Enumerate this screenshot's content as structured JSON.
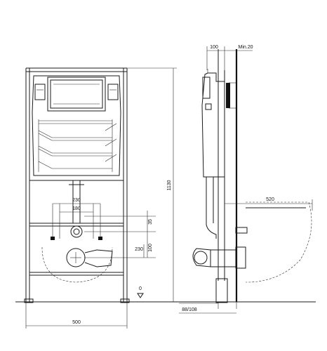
{
  "front_view": {
    "width_label": "500",
    "dim_230_top": "230",
    "dim_180": "180",
    "dim_35": "35",
    "dim_230_side": "230",
    "dim_100": "100",
    "level_zero": "0",
    "height_label": "1130"
  },
  "side_view": {
    "depth_label": "100",
    "min_label": "Min.20",
    "bowl_projection": "520",
    "bottom_offset": "88/108"
  }
}
